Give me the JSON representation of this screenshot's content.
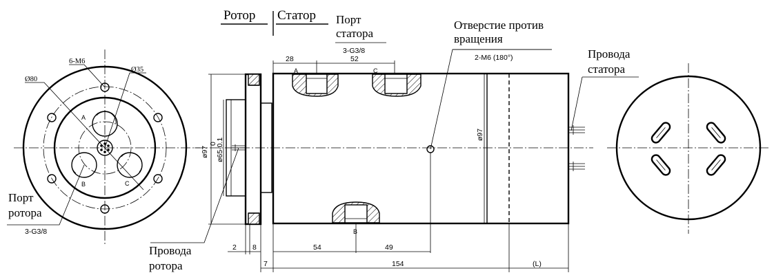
{
  "labels": {
    "rotor": "Ротор",
    "stator": "Статор",
    "stator_port_l1": "Порт",
    "stator_port_l2": "статора",
    "hole_l1": "Отверстие против",
    "hole_l2": "вращения",
    "stator_wires_l1": "Провода",
    "stator_wires_l2": "статора",
    "rotor_port_l1": "Порт",
    "rotor_port_l2": "ротора",
    "rotor_wires_l1": "Провода",
    "rotor_wires_l2": "ротора"
  },
  "dims": {
    "m6_holes": "6-M6",
    "d80": "Ø80",
    "d35": "Ø35",
    "rotor_thread": "3-G3/8",
    "stator_thread": "3-G3/8",
    "anti_rot": "2-M6 (180°)",
    "d97_left": "ø97",
    "zero": "0",
    "d65": "ø65-0.1",
    "d97_body": "ø97",
    "w28": "28",
    "w52": "52",
    "w2": "2",
    "w8": "8",
    "w54": "54",
    "w49": "49",
    "w7": "7",
    "w154": "154",
    "wL": "(L)"
  },
  "ports": {
    "a": "A",
    "b": "B",
    "c": "C"
  }
}
